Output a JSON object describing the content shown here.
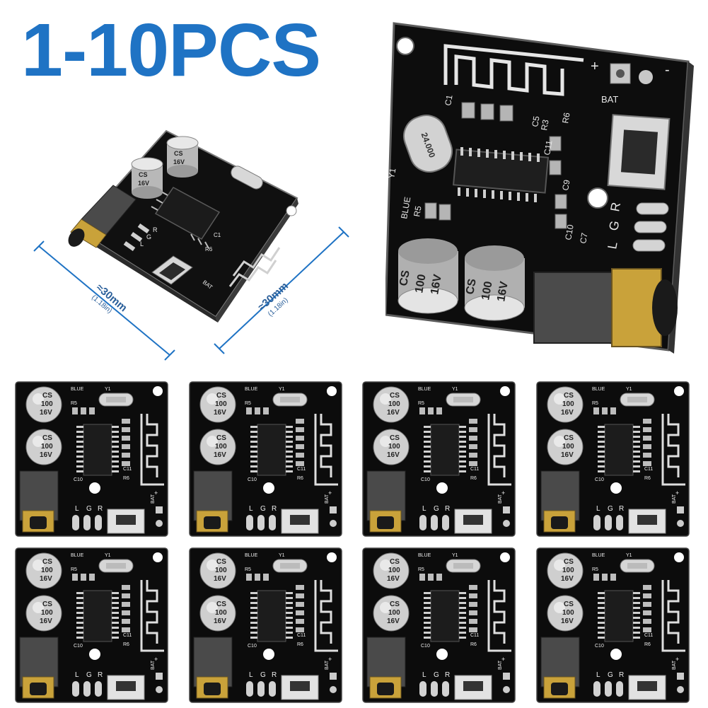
{
  "headline": "1-10PCS",
  "colors": {
    "headline": "#1f73c4",
    "pcb": "#0d0d0d",
    "silk": "#f2f2f2",
    "gold": "#c9a23a"
  },
  "dimensions": {
    "width_label": "≈30mm",
    "width_inch": "(1.18in)",
    "height_label": "≈30mm",
    "height_inch": "(1.18in)"
  },
  "board": {
    "cap_brand": "CS",
    "cap_value": "100",
    "cap_voltage": "16V",
    "crystal": "24.000",
    "labels": {
      "blue": "BLUE",
      "y1": "Y1",
      "r5": "R5",
      "r6": "R6",
      "r3": "R3",
      "c1": "C1",
      "c5": "C5",
      "c11": "C11",
      "c10": "C10",
      "c9": "C9",
      "c7": "C7",
      "l": "L",
      "g": "G",
      "r": "R",
      "bat": "BAT",
      "plus": "+",
      "minus": "-"
    }
  },
  "grid_tiles": [
    {
      "id": "board-1"
    },
    {
      "id": "board-2"
    },
    {
      "id": "board-3"
    },
    {
      "id": "board-4"
    },
    {
      "id": "board-5"
    },
    {
      "id": "board-6"
    },
    {
      "id": "board-7"
    },
    {
      "id": "board-8"
    }
  ]
}
